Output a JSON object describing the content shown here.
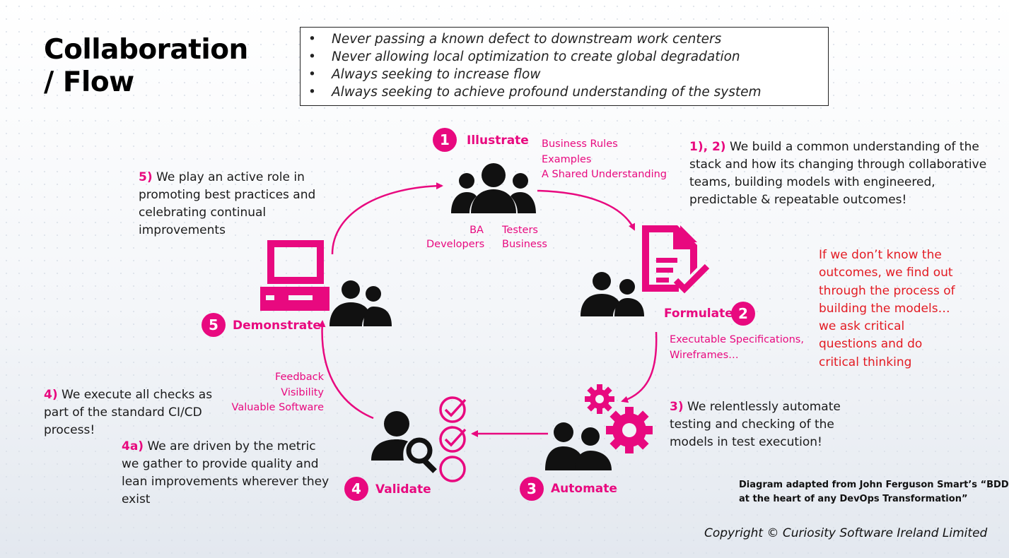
{
  "title_line1": "Collaboration",
  "title_line2": "/ Flow",
  "principles": [
    "Never passing a known defect to downstream work centers",
    "Never allowing local optimization to create global degradation",
    "Always seeking to increase flow",
    "Always seeking to achieve profound understanding of the system"
  ],
  "steps": {
    "illustrate": {
      "number": "1",
      "label": "Illustrate",
      "outputs": [
        "Business Rules",
        "Examples",
        "A Shared Understanding"
      ],
      "roles_left": [
        "BA",
        "Developers"
      ],
      "roles_right": [
        "Testers",
        "Business"
      ]
    },
    "formulate": {
      "number": "2",
      "label": "Formulate",
      "outputs": [
        "Executable Specifications,",
        "Wireframes…"
      ]
    },
    "automate": {
      "number": "3",
      "label": "Automate"
    },
    "validate": {
      "number": "4",
      "label": "Validate"
    },
    "demonstrate": {
      "number": "5",
      "label": "Demonstrate",
      "outputs": [
        "Feedback",
        "Visibility",
        "Valuable Software"
      ]
    }
  },
  "notes": {
    "n12": {
      "prefix": "1), 2)",
      "lines": [
        " We build a common understanding of the",
        "stack and how its changing through collaborative",
        "teams, building models with engineered,",
        "predictable & repeatable outcomes!"
      ]
    },
    "red": [
      "If we don’t know the",
      "outcomes, we find out",
      "through the process of",
      "building the models…",
      "we ask critical",
      "questions and do",
      "critical thinking"
    ],
    "n3": {
      "prefix": "3)",
      "lines": [
        " We relentlessly automate",
        "testing and checking of the",
        "models in test execution!"
      ]
    },
    "n4": {
      "prefix": "4)",
      "lines": [
        " We execute all checks as",
        "part of the standard CI/CD",
        "process!"
      ]
    },
    "n4a": {
      "prefix": "4a)",
      "lines": [
        " We are driven by the metric",
        "we gather to provide quality and",
        "lean improvements wherever they",
        "exist"
      ]
    },
    "n5": {
      "prefix": "5)",
      "lines": [
        " We play an active role in",
        "promoting best practices and",
        "celebrating continual",
        "improvements"
      ]
    }
  },
  "credit": [
    "Diagram adapted from John Ferguson Smart’s “BDD",
    "at the heart of any DevOps Transformation”"
  ],
  "copyright": "Copyright © Curiosity Software Ireland Limited",
  "colors": {
    "accent": "#e8097f",
    "warning": "#e31b23",
    "text": "#1a1a1a"
  },
  "icons": [
    "people-group-icon",
    "document-check-icon",
    "gears-icon",
    "user-search-icon",
    "checklist-icon",
    "computer-icon"
  ]
}
